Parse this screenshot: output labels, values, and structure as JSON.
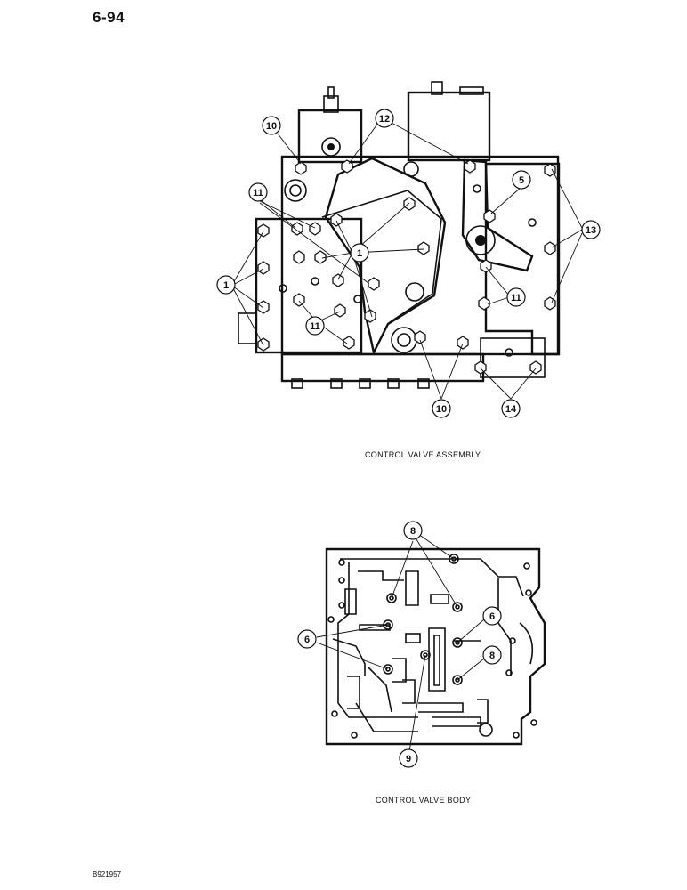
{
  "page_number": "6-94",
  "document_id": "B921957",
  "figures": [
    {
      "caption": "CONTROL VALVE ASSEMBLY",
      "callouts": [
        "10",
        "12",
        "11",
        "5",
        "13",
        "1",
        "11",
        "11",
        "10",
        "14"
      ]
    },
    {
      "caption": "CONTROL VALVE BODY",
      "callouts": [
        "8",
        "6",
        "6",
        "8",
        "9"
      ]
    }
  ]
}
